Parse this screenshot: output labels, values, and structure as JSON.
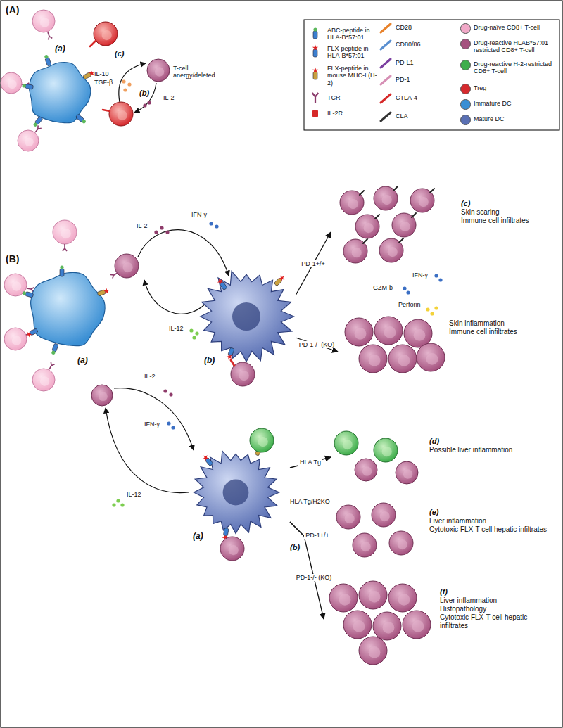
{
  "diagram": {
    "nodes": [
      {
        "text": [
          "(a)"
        ]
      },
      {
        "text": [
          "(a)"
        ]
      },
      {
        "text": [
          "(b)"
        ]
      },
      {
        "text": [
          "(c)",
          "Skin scaring",
          "Immune cell infiltrates"
        ]
      },
      {
        "text": [
          "Skin inflammation",
          "Immune cell infiltrates"
        ]
      },
      {
        "text": [
          "(a)"
        ]
      },
      {
        "text": [
          "(d)",
          "Possible liver inflammation"
        ]
      },
      {
        "text": [
          "(e)",
          "Liver inflammation",
          "Cytotoxic FLX-T cell hepatic infiltrates"
        ]
      },
      {
        "text": [
          "(f)",
          "Liver inflammation",
          "Histopathology",
          "Cytotoxic FLX-T cell hepatic infiltrates"
        ]
      }
    ],
    "edges": [
      {
        "from": 2,
        "to": 3,
        "label": "PD-1+/+",
        "arrow": "to"
      },
      {
        "from": 2,
        "to": 4,
        "label": "PD-1-/- (KO)",
        "arrow": "to"
      },
      {
        "from": 5,
        "to": 6,
        "label": "HLA Tg",
        "arrow": "to"
      },
      {
        "from": 5,
        "to": 7,
        "label": "PD-1+/+",
        "arrow": "to"
      },
      {
        "from": 5,
        "to": 8,
        "label": "PD-1-/- (KO)",
        "arrow": "to"
      }
    ],
    "labels": [
      "(A)",
      "(b)",
      "(c)",
      "IL-10",
      "TGF-β",
      "IL-2",
      "T-cell anergy/deleted",
      "(B)",
      "IL-2",
      "IFN-γ",
      "IL-12",
      "IFN-γ",
      "GZM-b",
      "Perforin",
      "IL-2",
      "IFN-γ",
      "IL-12",
      "HLA Tg/H2KO",
      "(b)"
    ],
    "legend": [
      {
        "text": "ABC-peptide in HLA-B*57:01"
      },
      {
        "text": "FLX-peptide in HLA-B*57:01"
      },
      {
        "text": "FLX-peptide in mouse MHC-I (H-2)"
      },
      {
        "text": "TCR"
      },
      {
        "text": "IL-2R"
      },
      {
        "text": "CD28"
      },
      {
        "text": "CD80/86"
      },
      {
        "text": "PD-L1"
      },
      {
        "text": "PD-1"
      },
      {
        "text": "CTLA-4"
      },
      {
        "text": "CLA"
      },
      {
        "text": "Drug-naïve CD8+ T-cell",
        "color": "#f1a9c8"
      },
      {
        "text": "Drug-reactive HLAB*57:01 restricted CD8+ T-cell",
        "color": "#a5527f"
      },
      {
        "text": "Drug-reactive H-2-restricted CD8+ T-cell",
        "color": "#3fae4c"
      },
      {
        "text": "Treg",
        "color": "#d62a2e"
      },
      {
        "text": "Immature DC",
        "color": "#3a8fd4"
      },
      {
        "text": "Mature DC",
        "color": "#5a70b4"
      }
    ]
  }
}
